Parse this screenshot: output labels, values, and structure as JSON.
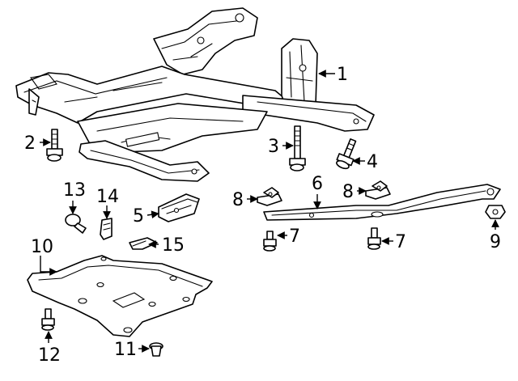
{
  "diagram": {
    "callouts": [
      {
        "id": "c1",
        "label": "1"
      },
      {
        "id": "c2",
        "label": "2"
      },
      {
        "id": "c3",
        "label": "3"
      },
      {
        "id": "c4",
        "label": "4"
      },
      {
        "id": "c5",
        "label": "5"
      },
      {
        "id": "c6",
        "label": "6"
      },
      {
        "id": "c7a",
        "label": "7"
      },
      {
        "id": "c7b",
        "label": "7"
      },
      {
        "id": "c8a",
        "label": "8"
      },
      {
        "id": "c8b",
        "label": "8"
      },
      {
        "id": "c9",
        "label": "9"
      },
      {
        "id": "c10",
        "label": "10"
      },
      {
        "id": "c11",
        "label": "11"
      },
      {
        "id": "c12",
        "label": "12"
      },
      {
        "id": "c13",
        "label": "13"
      },
      {
        "id": "c14",
        "label": "14"
      },
      {
        "id": "c15",
        "label": "15"
      }
    ],
    "colors": {
      "ink": "#000000",
      "paper": "#ffffff"
    }
  }
}
